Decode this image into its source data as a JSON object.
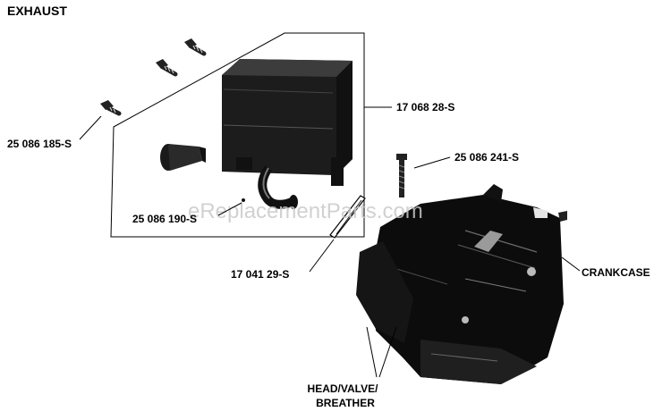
{
  "diagram": {
    "title": "EXHAUST",
    "watermark": "eReplacementParts.com",
    "callouts": [
      {
        "id": "screw-left",
        "label": "25 086 185-S"
      },
      {
        "id": "muffler",
        "label": "17 068 28-S"
      },
      {
        "id": "small-screw",
        "label": "25 086 190-S"
      },
      {
        "id": "bolt",
        "label": "25 086 241-S"
      },
      {
        "id": "gasket",
        "label": "17 041 29-S"
      },
      {
        "id": "crankcase",
        "label": "CRANKCASE"
      }
    ],
    "head_label": [
      "HEAD/VALVE/",
      "BREATHER"
    ]
  }
}
